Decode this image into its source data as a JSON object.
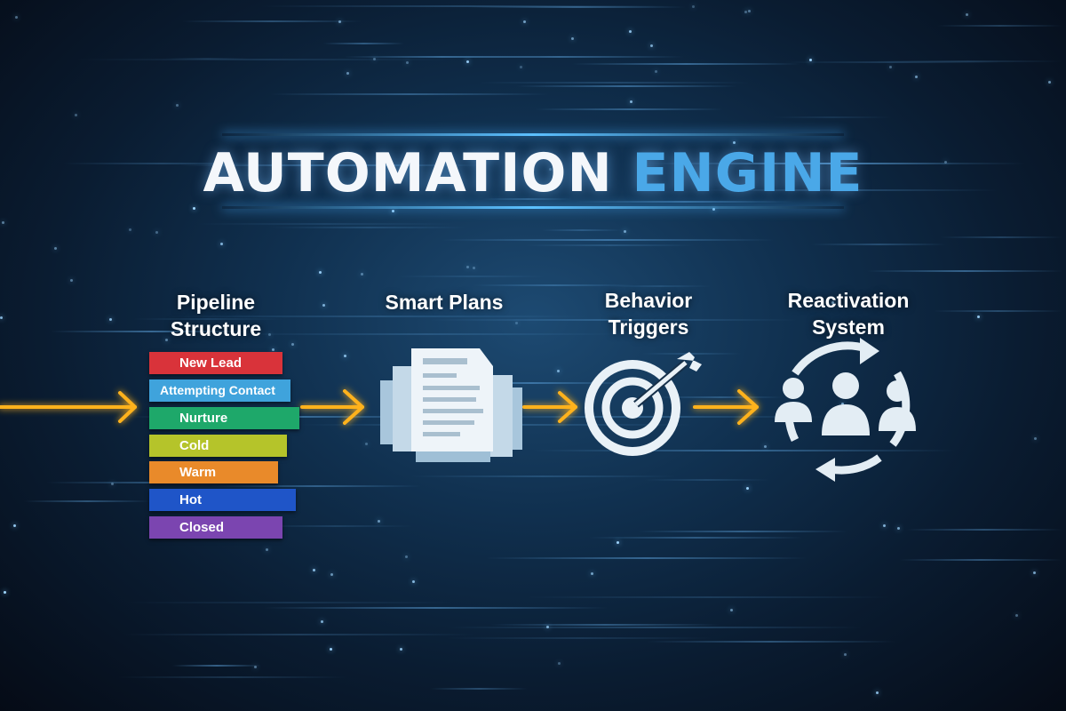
{
  "title": {
    "part1": "AUTOMATION",
    "part2": "ENGINE",
    "accent_color": "#4aa8e8"
  },
  "steps": [
    {
      "title_line1": "Pipeline",
      "title_line2": "Structure",
      "icon": "pipeline-stages"
    },
    {
      "title_line1": "Smart Plans",
      "icon": "document-stack-icon"
    },
    {
      "title_line1": "Behavior",
      "title_line2": "Triggers",
      "icon": "target-arrow-icon"
    },
    {
      "title_line1": "Reactivation",
      "title_line2": "System",
      "icon": "people-cycle-icon"
    }
  ],
  "pipeline_stages": [
    {
      "label": "New Lead",
      "color": "#d9333a"
    },
    {
      "label": "Attempting Contact",
      "color": "#3fa3dc"
    },
    {
      "label": "Nurture",
      "color": "#1ea86a"
    },
    {
      "label": "Cold",
      "color": "#b5c42a"
    },
    {
      "label": "Warm",
      "color": "#e98a2a"
    },
    {
      "label": "Hot",
      "color": "#1f55c8"
    },
    {
      "label": "Closed",
      "color": "#7b45b0"
    }
  ],
  "arrow_color": "#ffb21e"
}
